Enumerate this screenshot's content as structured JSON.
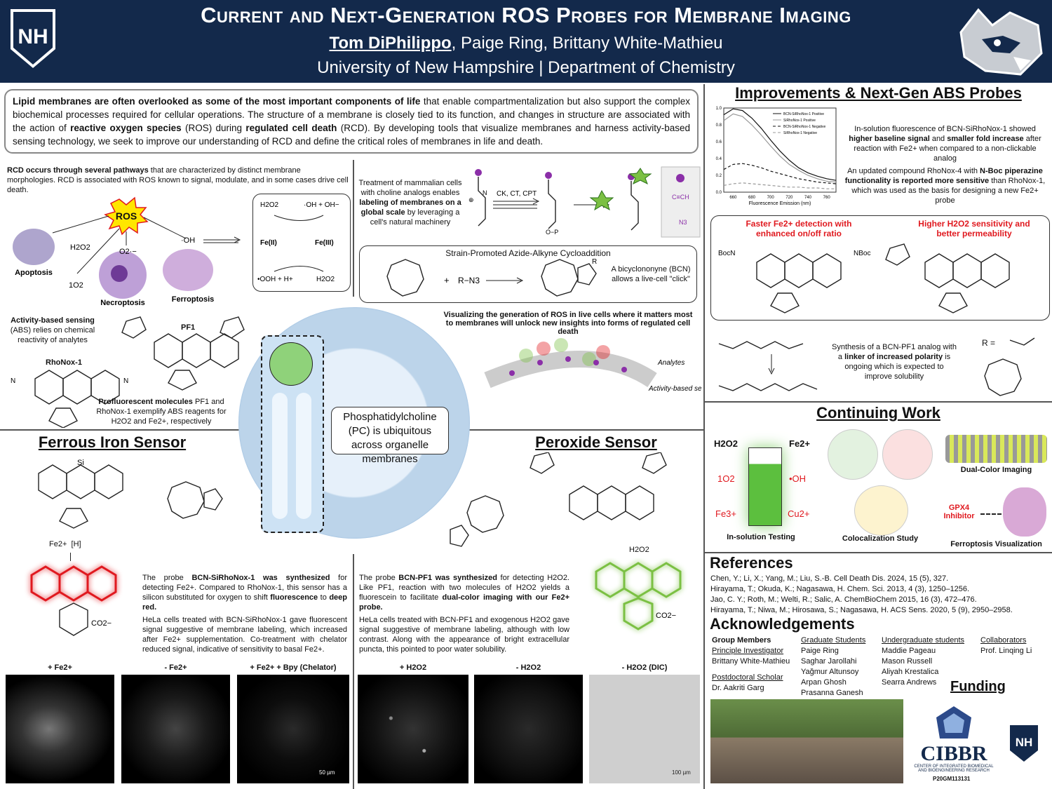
{
  "header": {
    "title": "Current and Next-Generation ROS Probes for Membrane Imaging",
    "author_lead": "Tom DiPhilippo",
    "authors_rest": ", Paige Ring, Brittany White-Mathieu",
    "affiliation": "University of New Hampshire | Department of Chemistry",
    "logo_text": "NH"
  },
  "intro": {
    "bold1": "Lipid membranes are often overlooked as some of the most important components of life",
    "text1": " that enable compartmentalization but also support the complex biochemical processes required for cellular operations. The structure of a membrane is closely tied to its function, and changes in structure are associated with the action of ",
    "bold2": "reactive oxygen species",
    "text2": " (ROS) during ",
    "bold3": "regulated cell death",
    "text3": " (RCD). By developing tools that visualize membranes and harness activity-based sensing technology, we seek to improve our understanding of RCD and define the critical roles of membranes in life and death."
  },
  "rcd": {
    "bold": "RCD occurs through several pathways",
    "text": " that are characterized by distinct membrane morphologies. RCD is associated with ROS known to signal, modulate, and in some cases drive cell death.",
    "ros": "ROS",
    "apoptosis": "Apoptosis",
    "necroptosis": "Necroptosis",
    "ferroptosis": "Ferroptosis",
    "h2o2": "H2O2",
    "o2": "O2·−",
    "singlet": "1O2",
    "oh": "·OH"
  },
  "fenton": {
    "tl": "H2O2",
    "tr": "·OH + OH−",
    "fe2": "Fe(II)",
    "fe3": "Fe(III)",
    "bl": "•OOH + H+",
    "br": "H2O2"
  },
  "abs": {
    "bold": "Activity-based sensing",
    "text": " (ABS) relies on chemical reactivity of analytes",
    "pf1": "PF1",
    "rhonox": "RhoNox-1",
    "profluor_bold": "Profluorescent molecules",
    "profluor_text": " PF1 and RhoNox-1 exemplify ABS reagents for H2O2 and Fe2+, respectively"
  },
  "choline": {
    "text_a": "Treatment of mammalian cells with choline analogs enables ",
    "bold": "labeling of membranes on a global scale",
    "text_b": " by leveraging a cell's natural machinery",
    "enzymes": "CK, CT, CPT"
  },
  "spaac": {
    "title": "Strain-Promoted Azide-Alkyne Cycloaddition",
    "plus": "+",
    "azide": "R−N3",
    "r": "R",
    "bcn_text": "A bicyclononyne (BCN) allows a live-cell \"click\""
  },
  "visualize": {
    "text": "Visualizing the generation of ROS in live cells where it matters most to membranes will unlock new insights into forms of regulated cell death",
    "analytes": "Analytes",
    "reagent": "Activity-based sensing reagent"
  },
  "pc": {
    "text": "Phosphatidylcholine (PC) is ubiquitous across organelle membranes"
  },
  "ferrous": {
    "title": "Ferrous Iron Sensor",
    "cond1": "Fe2+",
    "cond2": "[H]",
    "p1a": "The probe ",
    "p1b": "BCN-SiRhoNox-1 was synthesized",
    "p1c": " for detecting Fe2+. Compared to RhoNox-1, this sensor has a silicon substituted for oxygen to shift ",
    "p1d": "fluorescence",
    "p1e": " to ",
    "p1f": "deep red.",
    "p2": "HeLa cells treated with BCN-SiRhoNox-1 gave fluorescent signal suggestive of membrane labeling, which increased after Fe2+ supplementation. Co-treatment with chelator reduced signal, indicative of sensitivity to basal Fe2+.",
    "img1": "+ Fe2+",
    "img2": "- Fe2+",
    "img3": "+ Fe2+ + Bpy (Chelator)",
    "scale": "50 µm"
  },
  "peroxide": {
    "title": "Peroxide Sensor",
    "cond": "H2O2",
    "p1a": "The probe ",
    "p1b": "BCN-PF1 was synthesized",
    "p1c": " for detecting H2O2. Like PF1, reaction with two molecules of H2O2 yields a fluorescein to facilitate ",
    "p1d": "dual-color imaging with our Fe2+ probe.",
    "p2": "HeLa cells treated with BCN-PF1 and exogenous H2O2 gave signal suggestive of membrane labeling, although with low contrast. Along with the appearance of bright extracellular puncta, this pointed to poor water solubility.",
    "img1": "+ H2O2",
    "img2": "- H2O2",
    "img3": "- H2O2 (DIC)",
    "scale": "100 µm"
  },
  "improvements": {
    "title": "Improvements & Next-Gen ABS Probes",
    "p1a": "In-solution fluorescence of BCN-SiRhoNox-1 showed ",
    "p1b": "higher baseline signal",
    "p1c": " and ",
    "p1d": "smaller fold increase",
    "p1e": " after reaction with Fe2+ when compared to a non-clickable analog",
    "p2a": "An updated compound RhoNox-4 with ",
    "p2b": "N-Boc piperazine functionality is reported more sensitive",
    "p2c": " than RhoNox-1, which was used as the basis for designing a new Fe2+ probe",
    "red1": "Faster Fe2+ detection with enhanced on/off ratio",
    "red2": "Higher H2O2 sensitivity and better permeability",
    "synth_a": "Synthesis of a BCN-PF1 analog with a ",
    "synth_b": "linker of increased polarity",
    "synth_c": " is ongoing which is expected to improve solubility",
    "r_eq": "R ="
  },
  "chart_data": {
    "type": "line",
    "xlabel": "Fluorescence Emission (nm)",
    "xlim": [
      650,
      770
    ],
    "ylim": [
      0,
      1.0
    ],
    "xticks": [
      660,
      680,
      700,
      720,
      740,
      760
    ],
    "yticks": [
      0,
      0.2,
      0.4,
      0.6,
      0.8,
      1.0
    ],
    "x": [
      650,
      660,
      670,
      680,
      690,
      700,
      710,
      720,
      730,
      740,
      750,
      760,
      770
    ],
    "series": [
      {
        "name": "BCN-SiRhoNox-1 Positive",
        "values": [
          0.92,
          0.99,
          0.97,
          0.88,
          0.76,
          0.62,
          0.49,
          0.38,
          0.29,
          0.23,
          0.19,
          0.16,
          0.14
        ]
      },
      {
        "name": "SiRhoNox-1 Positive",
        "values": [
          0.85,
          0.93,
          0.9,
          0.8,
          0.68,
          0.55,
          0.43,
          0.33,
          0.26,
          0.2,
          0.16,
          0.13,
          0.12
        ]
      },
      {
        "name": "BCN-SiRhoNox-1 Negative",
        "values": [
          0.27,
          0.33,
          0.34,
          0.32,
          0.29,
          0.25,
          0.22,
          0.19,
          0.16,
          0.14,
          0.12,
          0.11,
          0.1
        ]
      },
      {
        "name": "SiRhoNox-1 Negative",
        "values": [
          0.08,
          0.1,
          0.11,
          0.1,
          0.09,
          0.08,
          0.07,
          0.06,
          0.06,
          0.05,
          0.05,
          0.04,
          0.04
        ]
      }
    ]
  },
  "continuing": {
    "title": "Continuing Work",
    "h2o2": "H2O2",
    "fe2": "Fe2+",
    "o2": "1O2",
    "oh": "•OH",
    "fe3": "Fe3+",
    "cu2": "Cu2+",
    "cap1": "In-solution Testing",
    "cap2": "Colocalization Study",
    "cap3": "Dual-Color Imaging",
    "cap4": "Ferroptosis Visualization",
    "gpx4": "GPX4 Inhibitor"
  },
  "references": {
    "title": "References",
    "items": [
      "Chen, Y.; Li, X.; Yang, M.; Liu, S.-B. Cell Death Dis. 2024, 15 (5), 327.",
      "Hirayama, T.; Okuda, K.; Nagasawa, H. Chem. Sci. 2013, 4 (3), 1250–1256.",
      "Jao, C. Y.; Roth, M.; Welti, R.; Salic, A. ChemBioChem 2015, 16 (3), 472–476.",
      "Hirayama, T.; Niwa, M.; Hirosawa, S.; Nagasawa, H. ACS Sens. 2020, 5 (9), 2950–2958."
    ]
  },
  "ack": {
    "title": "Acknowledgements",
    "group": "Group Members",
    "pi_label": "Principle Investigator",
    "pi": "Brittany White-Mathieu",
    "postdoc_label": "Postdoctoral Scholar",
    "postdoc": "Dr. Aakriti Garg",
    "grad_label": "Graduate Students",
    "grads": [
      "Paige Ring",
      "Saghar Jarollahi",
      "Yağmur Altunsoy",
      "Arpan Ghosh",
      "Prasanna Ganesh"
    ],
    "ug_label": "Undergraduate students",
    "ugs": [
      "Maddie Pageau",
      "Mason Russell",
      "Aliyah Krestalica",
      "Searra Andrews"
    ],
    "collab_label": "Collaborators",
    "collab": "Prof. Linqing Li",
    "funding": "Funding",
    "cibbr": "CIBBR",
    "cibbr_sub": "CENTER OF INTEGRATED BIOMEDICAL AND BIOENGINEERING RESEARCH",
    "grant": "P20GM113131"
  },
  "colors": {
    "navy": "#13294b",
    "red": "#e0191f",
    "green": "#7bc043",
    "purple": "#8b2fa8"
  }
}
